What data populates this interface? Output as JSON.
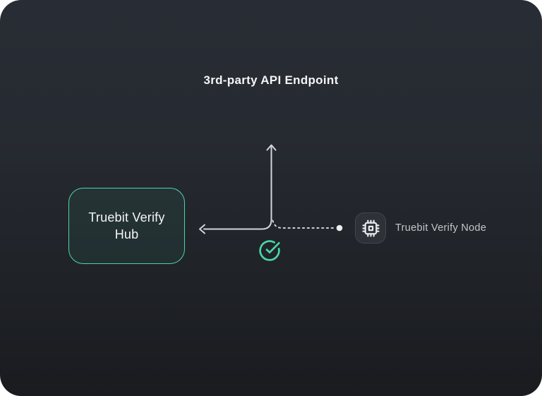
{
  "title": "3rd-party API Endpoint",
  "hub": {
    "line1": "Truebit Verify",
    "line2": "Hub"
  },
  "node": {
    "label": "Truebit Verify Node",
    "icon": "cpu-chip-icon"
  },
  "junction": {
    "icon": "check-circle-icon"
  },
  "connectors": {
    "up_arrow": "arrow-up",
    "left_arrow": "arrow-left",
    "dotted_link_end": "endpoint-dot"
  },
  "colors": {
    "accent_green": "#47D7A4",
    "card_top": "#282C34",
    "card_bottom": "#191B1F",
    "line": "#D3D5D8",
    "title_text": "#F4F5F6",
    "node_label_text": "#C3C6CA",
    "node_icon_bg": "#2D3239",
    "node_icon_border": "#42474F",
    "hub_fill": "rgba(73,215,165,0.07)"
  }
}
